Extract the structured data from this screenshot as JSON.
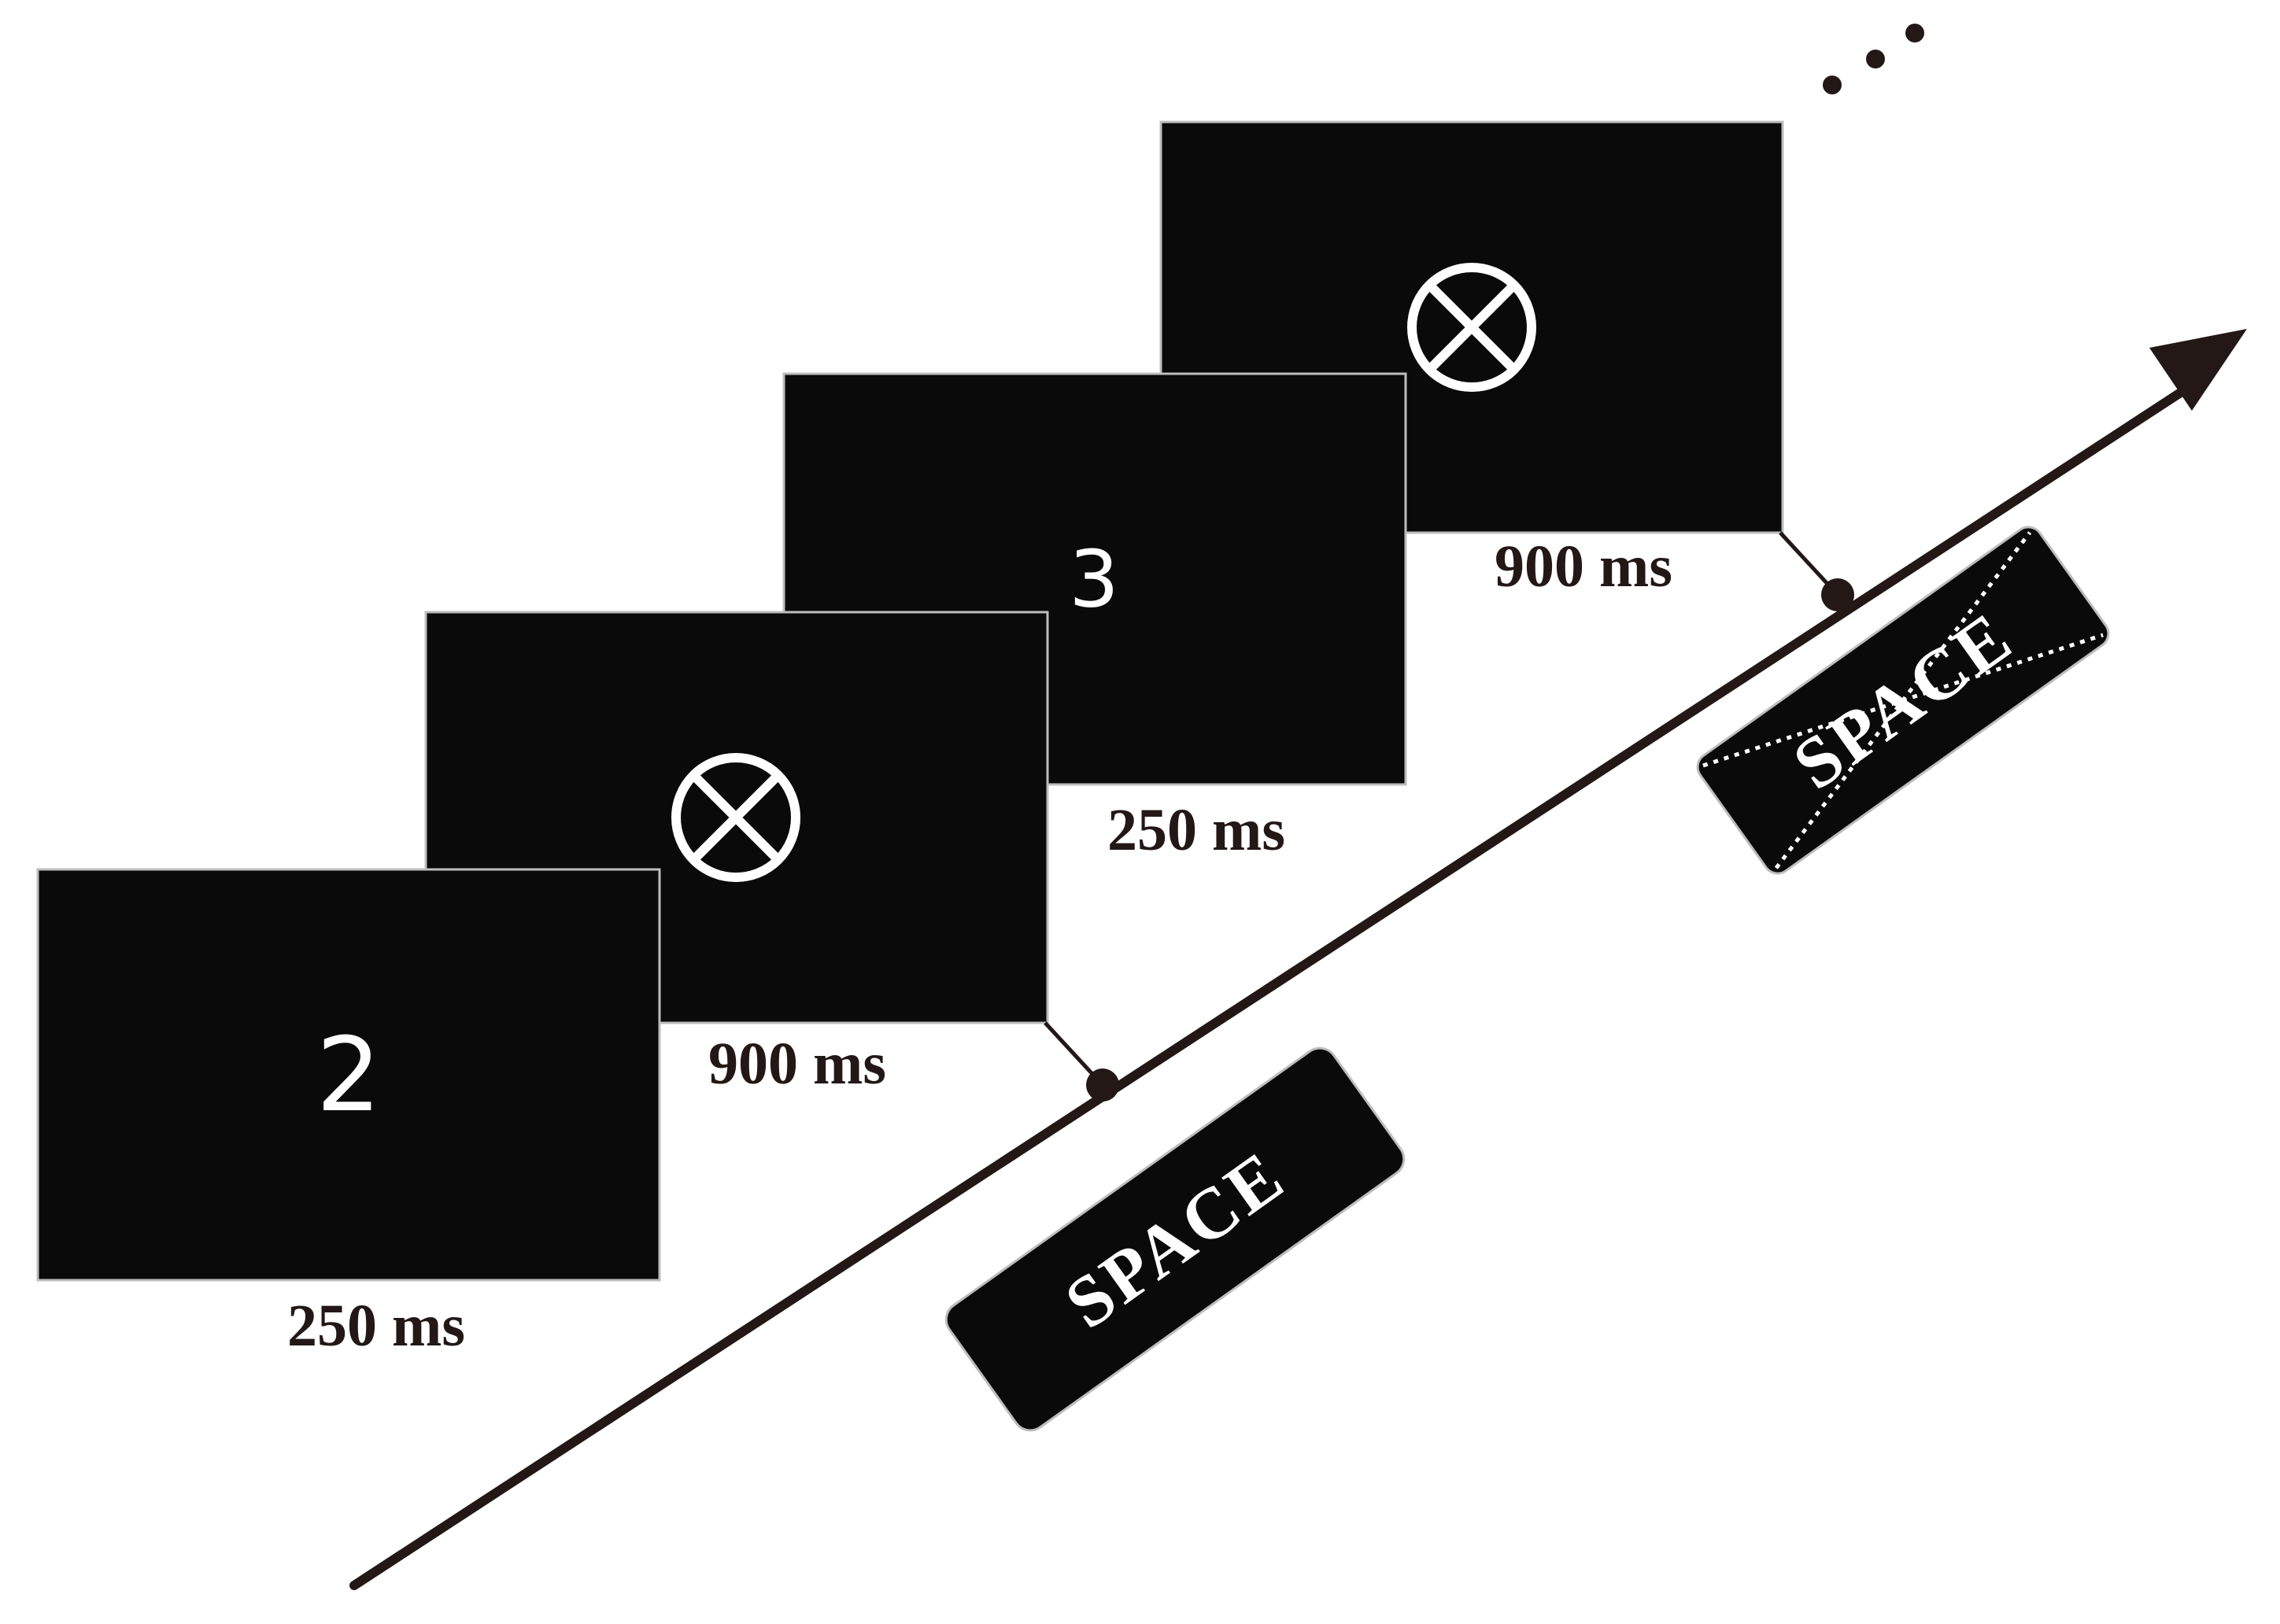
{
  "screens": [
    {
      "id": "s1",
      "content": "2",
      "kind": "digit",
      "duration": "250 ms"
    },
    {
      "id": "s2",
      "content": "",
      "kind": "mask",
      "duration": "900 ms"
    },
    {
      "id": "s3",
      "content": "3",
      "kind": "digit",
      "duration": "250 ms"
    },
    {
      "id": "s4",
      "content": "",
      "kind": "mask",
      "duration": "900 ms"
    }
  ],
  "keys": [
    {
      "label": "SPACE",
      "style": "press"
    },
    {
      "label": "SPACE",
      "style": "withhold-crossed-out"
    }
  ],
  "continuation": "...",
  "colors": {
    "screen": "#0a0a0a",
    "line": "#231815",
    "text_on_screen": "#ffffff",
    "page": "#ffffff"
  },
  "icons": [
    "mask-circle-x-icon",
    "timeline-arrow-icon"
  ]
}
